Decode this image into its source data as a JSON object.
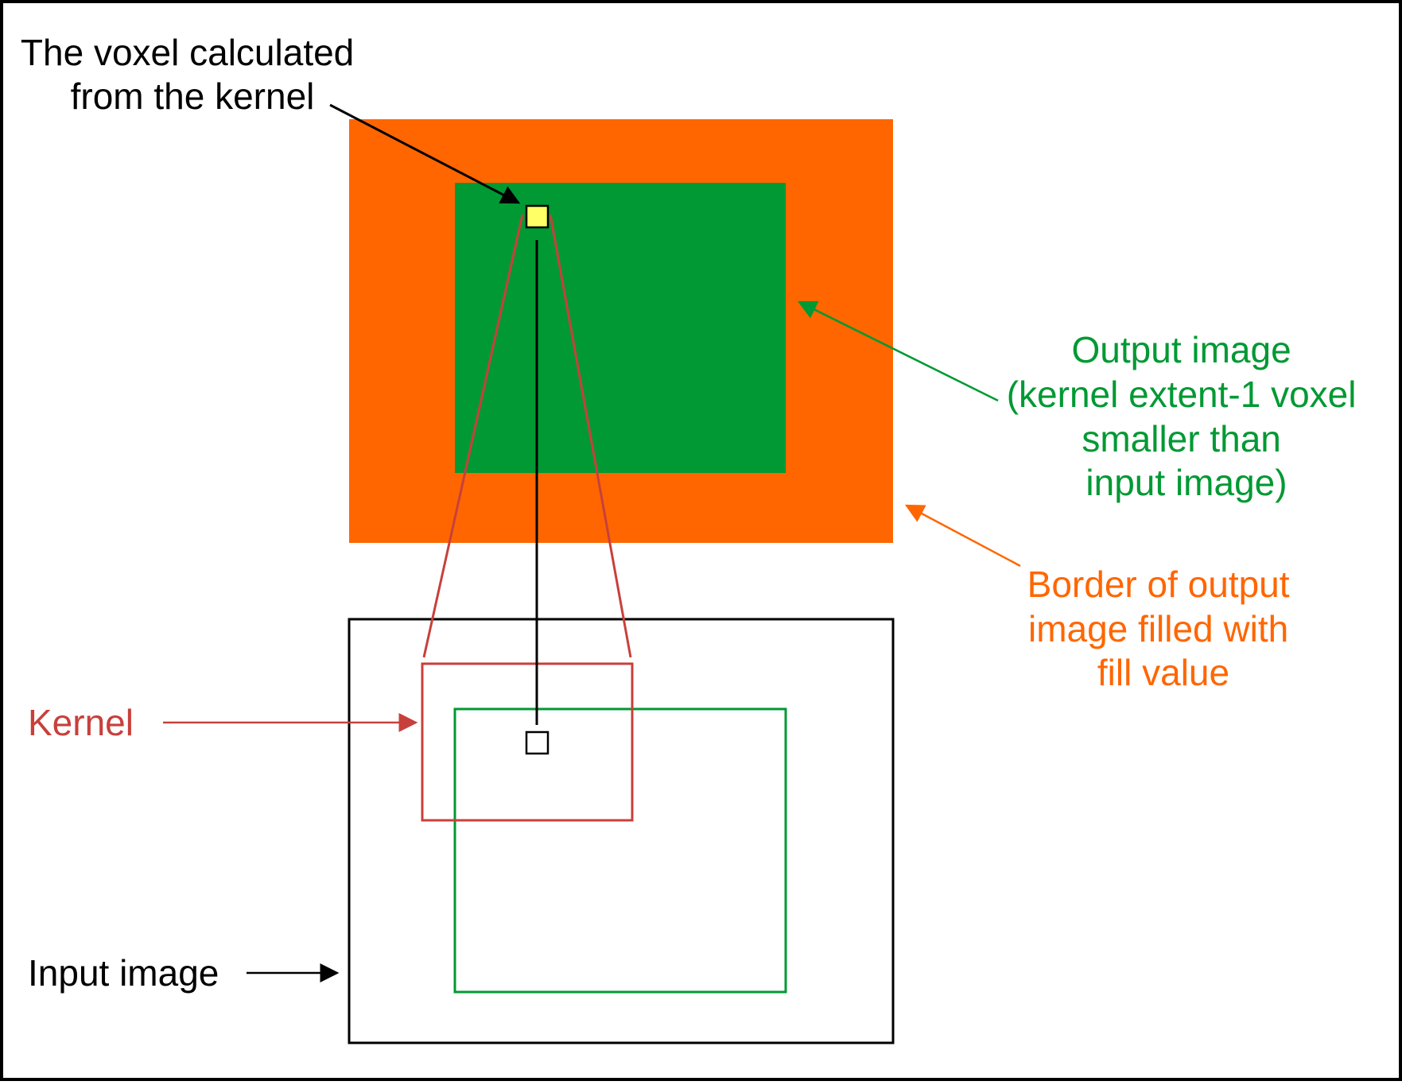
{
  "colors": {
    "frame": "#000000",
    "border_fill": "#ff6600",
    "output_fill": "#009933",
    "voxel_fill": "#ffff66",
    "kernel_stroke": "#c8403b",
    "output_text": "#009933",
    "border_text": "#ff6600",
    "kernel_text": "#c8403b",
    "black_text": "#000000"
  },
  "labels": {
    "voxel": [
      "The voxel calculated",
      "from the kernel"
    ],
    "output": [
      "Output image",
      "(kernel extent-1 voxel",
      "smaller than",
      "input image)"
    ],
    "border": [
      "Border of output",
      "image filled with",
      "fill value"
    ],
    "kernel": "Kernel",
    "input": "Input image"
  }
}
